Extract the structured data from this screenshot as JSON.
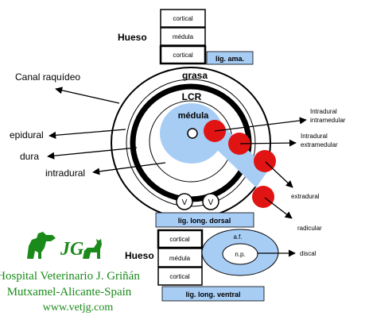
{
  "bone_top": {
    "title": "Hueso",
    "boxes": [
      "cortical",
      "médula",
      "cortical"
    ],
    "ligament": "lig. ama."
  },
  "labels": {
    "grasa": "grasa",
    "lcr": "LCR",
    "medula": "médula",
    "canal": "Canal raquídeo",
    "epidural": "epidural",
    "dura": "dura",
    "intradural": "intradural",
    "intradural_intramedular_1": "Intradural",
    "intradural_intramedular_2": "intramedular",
    "intradural_extramedular_1": "Intradural",
    "intradural_extramedular_2": "extramedular",
    "extradural": "extradural",
    "radicular": "radicular",
    "v_left": "V",
    "v_right": "V"
  },
  "lig_long_dorsal": "lig. long. dorsal",
  "bone_bottom": {
    "title": "Hueso",
    "boxes": [
      "cortical",
      "médula",
      "cortical"
    ],
    "ligament": "lig. long. ventral"
  },
  "disc": {
    "af": "a.f.",
    "np": "n.p.",
    "label": "discal"
  },
  "logo": {
    "initials": "JG",
    "line1": "Hospital Veterinario J. Griñán",
    "line2": "Mutxamel-Alicante-Spain",
    "line3": "www.vetjg.com"
  },
  "colors": {
    "light_blue": "#a8cdf5",
    "lesion_red": "#e11414",
    "logo_green": "#1a8a1a",
    "black": "#000000"
  }
}
